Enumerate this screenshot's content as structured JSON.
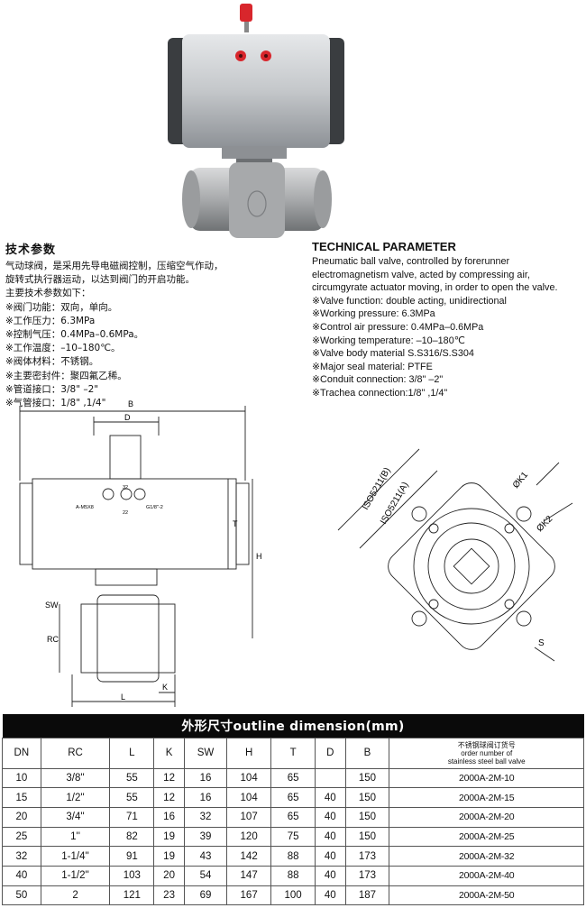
{
  "cn_title": "技术参数",
  "cn_lines": [
    "气动球阀，是采用先导电磁阀控制，压缩空气作动，",
    "旋转式执行器运动，以达到阀门的开启功能。",
    "主要技术参数如下：",
    "※阀门功能：双向，单向。",
    "※工作压力：6.3MPa",
    "※控制气压：0.4MPa–0.6MPa。",
    "※工作温度：–10–180℃。",
    "※阀体材料：不锈钢。",
    "※主要密封件：聚四氟乙稀。",
    "※管道接口：3/8\" –2\"",
    "※气管接口：1/8\" ,1/4\""
  ],
  "en_title": "TECHNICAL PARAMETER",
  "en_lines": [
    "Pneumatic ball valve, controlled by forerunner",
    "electromagnetism valve, acted by compressing air,",
    "circumgyrate actuator moving, in order to open the valve.",
    "※Valve function: double acting, unidirectional",
    " ※Working pressure: 6.3MPa",
    "※Control air pressure: 0.4MPa–0.6MPa",
    "※Working temperature: –10–180℃",
    "※Valve body material S.S316/S.S304",
    "※Major seal material: PTFE",
    "※Conduit connection: 3/8\" –2\"",
    "※Trachea connection:1/8\" ,1/4\""
  ],
  "drawing_labels": {
    "B": "B",
    "D": "D",
    "T": "T",
    "H": "H",
    "SW": "SW",
    "RC": "RC",
    "K": "K",
    "L": "L",
    "iso_b": "ISO5211(B)",
    "iso_a": "ISO5211(A)",
    "k1": "ØK1",
    "k2": "ØK2",
    "s": "S",
    "port_a": "A-M5X8",
    "port_b": "G1/8\"-2",
    "port_c": "32",
    "port_d": "22"
  },
  "table": {
    "caption": "外形尺寸outline dimension(mm)",
    "headers": [
      "DN",
      "RC",
      "L",
      "K",
      "SW",
      "H",
      "T",
      "D",
      "B"
    ],
    "order_header": [
      "不锈钢球阀订货号",
      "order number of",
      "stainless steel ball valve"
    ],
    "rows": [
      [
        "10",
        "3/8''",
        "55",
        "12",
        "16",
        "104",
        "65",
        "",
        "150",
        "2000A-2M-10"
      ],
      [
        "15",
        "1/2''",
        "55",
        "12",
        "16",
        "104",
        "65",
        "40",
        "150",
        "2000A-2M-15"
      ],
      [
        "20",
        "3/4''",
        "71",
        "16",
        "32",
        "107",
        "65",
        "40",
        "150",
        "2000A-2M-20"
      ],
      [
        "25",
        "1''",
        "82",
        "19",
        "39",
        "120",
        "75",
        "40",
        "150",
        "2000A-2M-25"
      ],
      [
        "32",
        "1-1/4''",
        "91",
        "19",
        "43",
        "142",
        "88",
        "40",
        "173",
        "2000A-2M-32"
      ],
      [
        "40",
        "1-1/2''",
        "103",
        "20",
        "54",
        "147",
        "88",
        "40",
        "173",
        "2000A-2M-40"
      ],
      [
        "50",
        "2",
        "121",
        "23",
        "69",
        "167",
        "100",
        "40",
        "187",
        "2000A-2M-50"
      ]
    ]
  },
  "colors": {
    "actuator": "#b8bcc0",
    "actuator_dark": "#3a3d40",
    "valve_body": "#b0b2b3",
    "button_red": "#d8262c",
    "header_bg": "#0a0a0a"
  }
}
